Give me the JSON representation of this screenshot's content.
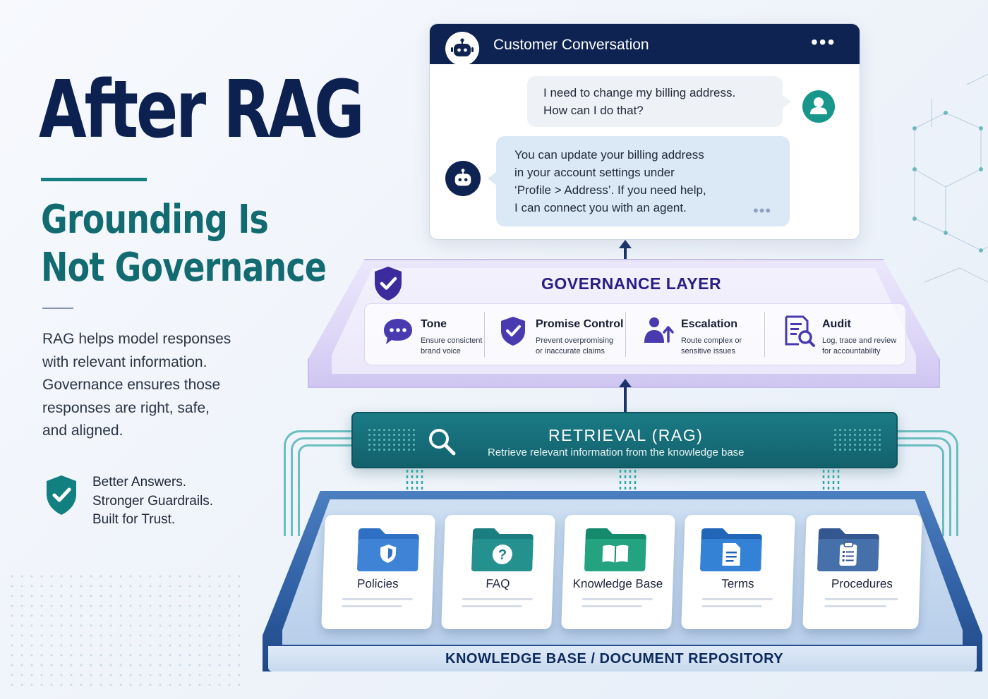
{
  "hero": {
    "title": "After RAG",
    "subtitle_line1": "Grounding Is",
    "subtitle_line2": "Not Governance",
    "body_lines": [
      "RAG helps model responses",
      "with relevant information.",
      "Governance ensures those",
      "responses are right, safe,",
      "and aligned."
    ],
    "badge_lines": [
      "Better Answers.",
      "Stronger Guardrails.",
      "Built for Trust."
    ]
  },
  "chat": {
    "title": "Customer Conversation",
    "menu": "•••",
    "user_lines": [
      "I need to change my billing address.",
      "How can I do that?"
    ],
    "bot_lines": [
      "You can update your billing address",
      "in your account settings under",
      "‘Profile > Address’. If you need help,",
      "I can connect you with an agent."
    ],
    "typing": "•••"
  },
  "governance": {
    "title": "GOVERNANCE LAYER",
    "items": [
      {
        "title": "Tone",
        "desc1": "Ensure consictent",
        "desc2": "brand voice",
        "icon": "chat-bubble-icon"
      },
      {
        "title": "Promise Control",
        "desc1": "Prevent overpromising",
        "desc2": "or inaccurate claims",
        "icon": "shield-check-icon"
      },
      {
        "title": "Escalation",
        "desc1": "Route complex or",
        "desc2": "sensitive issues",
        "icon": "person-escalate-icon"
      },
      {
        "title": "Audit",
        "desc1": "Log, trace and review",
        "desc2": "for accountability",
        "icon": "document-search-icon"
      }
    ]
  },
  "retrieval": {
    "title": "RETRIEVAL (RAG)",
    "desc": "Retrieve relevant information from the knowledge base"
  },
  "knowledge_base": {
    "label": "KNOWLEDGE BASE / DOCUMENT REPOSITORY",
    "cards": [
      {
        "label": "Policies",
        "icon": "shield-folder-icon",
        "color": "#2f6fc4"
      },
      {
        "label": "FAQ",
        "icon": "question-folder-icon",
        "color": "#1f8a8a"
      },
      {
        "label": "Knowledge Base",
        "icon": "book-folder-icon",
        "color": "#1f9a78"
      },
      {
        "label": "Terms",
        "icon": "document-folder-icon",
        "color": "#2a74c8"
      },
      {
        "label": "Procedures",
        "icon": "clipboard-folder-icon",
        "color": "#3d5f95"
      }
    ]
  },
  "colors": {
    "navy": "#0c2150",
    "teal": "#127f80",
    "governance_purple": "#2a1d84",
    "retrieval_teal": "#12616d",
    "kb_blue": "#2f5ea3"
  }
}
